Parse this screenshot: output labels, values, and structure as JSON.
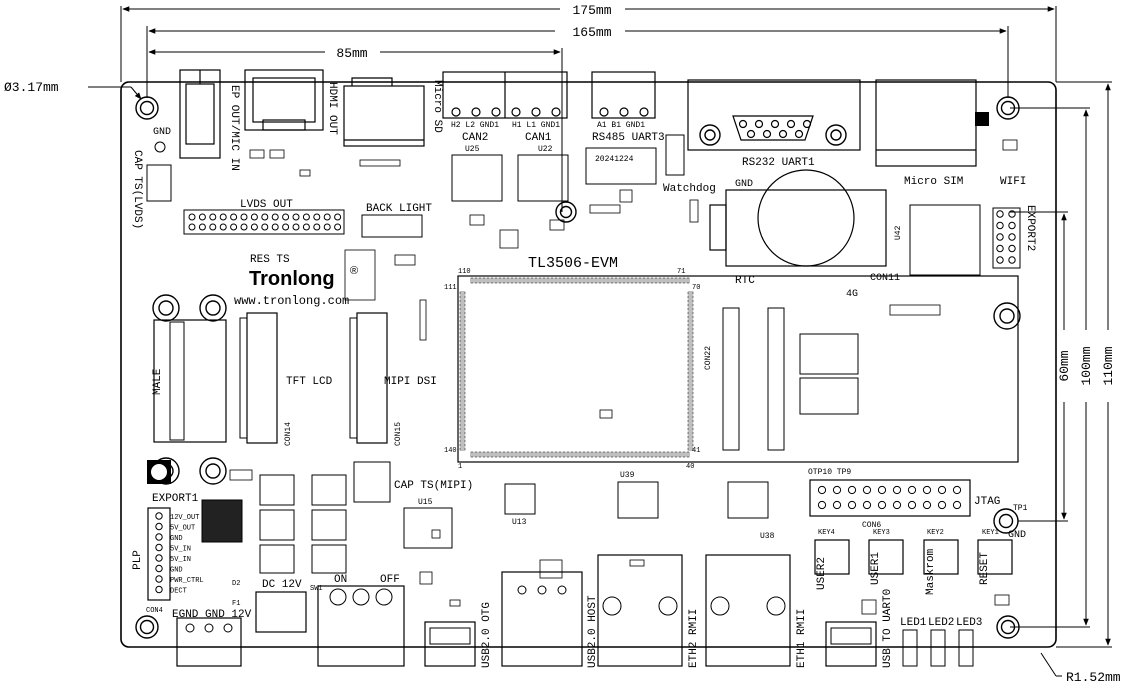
{
  "dimensions": {
    "overall_width": "175mm",
    "hole_spacing_width": "165mm",
    "offset_width": "85mm",
    "height_60": "60mm",
    "height_100": "100mm",
    "height_110": "110mm",
    "hole_diameter": "Ø3.17mm",
    "corner_radius": "R1.52mm"
  },
  "board": {
    "model": "TL3506-EVM",
    "brand": "Tronlong",
    "registered_mark": "®",
    "website": "www.tronlong.com",
    "date_code": "20241224"
  },
  "labels": {
    "gnd_top": "GND",
    "cap_ts_lvds": "CAP TS(LVDS)",
    "ep_out_mic_in": "EP OUT/MIC IN",
    "hdmi_out": "HDMI OUT",
    "micro_sd": "Micro SD",
    "can2": "CAN2",
    "can1": "CAN1",
    "can2_pins": "H2  L2  GND1",
    "can1_pins": "H1  L1  GND1",
    "rs485_uart3": "RS485 UART3",
    "rs485_pins": "A1  B1  GND1",
    "rs232_uart1": "RS232 UART1",
    "micro_sim": "Micro SIM",
    "wifi": "WIFI",
    "lvds_out": "LVDS OUT",
    "back_light": "BACK LIGHT",
    "watchdog": "Watchdog",
    "gnd_mid": "GND",
    "rtc": "RTC",
    "export2": "EXPORT2",
    "res_ts": "RES TS",
    "four_g": "4G",
    "male": "MALE",
    "tft_lcd": "TFT LCD",
    "mipi_dsi": "MIPI DSI",
    "export1": "EXPORT1",
    "cap_ts_mipi": "CAP TS(MIPI)",
    "jtag": "JTAG",
    "otp": "OTP10 TP9",
    "tp1": "TP1",
    "gnd_right": "GND",
    "plp": "PLP",
    "dc_12v": "DC 12V",
    "egnd_gnd_12v": "EGND GND 12V",
    "on": "ON",
    "off": "OFF",
    "usb20_otg": "USB2.0 OTG",
    "usb20_host": "USB2.0 HOST",
    "eth2_rmii": "ETH2 RMII",
    "eth1_rmii": "ETH1 RMII",
    "usb_to_uart0": "USB TO UART0",
    "user2": "USER2",
    "user1": "USER1",
    "maskrom": "Maskrom",
    "reset": "RESET",
    "key4": "KEY4",
    "key3": "KEY3",
    "key2": "KEY2",
    "key1": "KEY1",
    "led1": "LED1",
    "led2": "LED2",
    "led3": "LED3",
    "plp_pins": [
      "12V_OUT",
      "5V_OUT",
      "GND",
      "5V_IN",
      "5V_IN",
      "GND",
      "PWR_CTRL",
      "DECT"
    ],
    "pin_110": "110",
    "pin_71": "71",
    "pin_111": "111",
    "pin_70": "70",
    "pin_140": "140",
    "pin_41": "41",
    "pin_1": "1",
    "pin_40": "40",
    "u25": "U25",
    "u22": "U22",
    "u15": "U15",
    "u13": "U13",
    "u39": "U39",
    "u38": "U38",
    "u42": "U42",
    "sw1": "SW1",
    "f1": "F1",
    "d2": "D2",
    "con15": "CON15",
    "con14": "CON14",
    "con22": "CON22",
    "con11": "CON11",
    "con6": "CON6",
    "con4": "CON4"
  }
}
